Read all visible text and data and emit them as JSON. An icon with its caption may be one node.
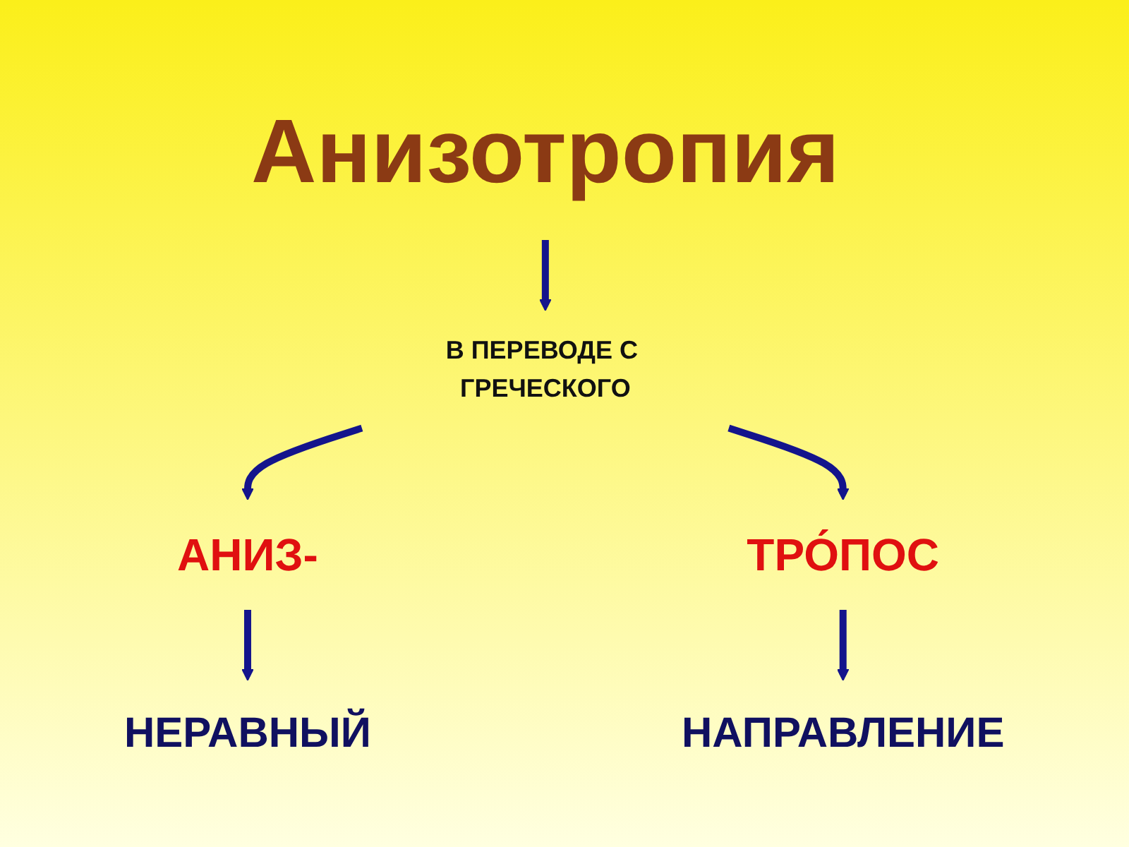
{
  "diagram": {
    "nodes": [
      {
        "text": [
          "Анизотропия"
        ]
      },
      {
        "text": [
          "В ПЕРЕВОДЕ С ГРЕЧЕСКОГО"
        ]
      },
      {
        "text": [
          "АНИЗ-"
        ]
      },
      {
        "text": [
          "ТРО́ПОС"
        ]
      },
      {
        "text": [
          "НЕРАВНЫЙ"
        ]
      },
      {
        "text": [
          "НАПРАВЛЕНИЕ"
        ]
      }
    ],
    "edges": [
      {
        "from": 0,
        "to": 1,
        "arrow": "to"
      },
      {
        "from": 1,
        "to": 2,
        "arrow": "to"
      },
      {
        "from": 1,
        "to": 3,
        "arrow": "to"
      },
      {
        "from": 2,
        "to": 4,
        "arrow": "to"
      },
      {
        "from": 3,
        "to": 5,
        "arrow": "to"
      }
    ]
  }
}
